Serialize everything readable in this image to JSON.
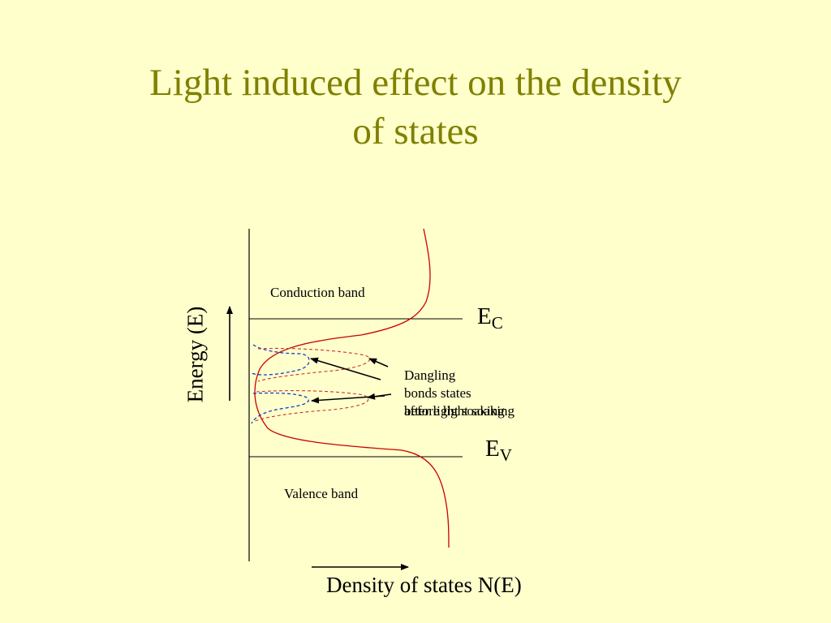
{
  "title": {
    "line1": "Light induced effect on the density",
    "line2": "of states"
  },
  "bands": {
    "conduction": "Conduction band",
    "valence": "Valence band"
  },
  "levels": {
    "ec": {
      "base": "E",
      "sub": "C"
    },
    "ev": {
      "base": "E",
      "sub": "V"
    }
  },
  "callout": {
    "line1": "Dangling",
    "line2": "bonds states",
    "before": "before light soaking",
    "after": "after light soaking"
  },
  "axes": {
    "y": "Energy (E)",
    "x": "Density of states N(E)"
  },
  "colors": {
    "title": "#808000",
    "background": "#ffffcc",
    "dos_curve": "#cc0000",
    "before_curve": "#0033cc",
    "after_curve": "#cc3333"
  }
}
